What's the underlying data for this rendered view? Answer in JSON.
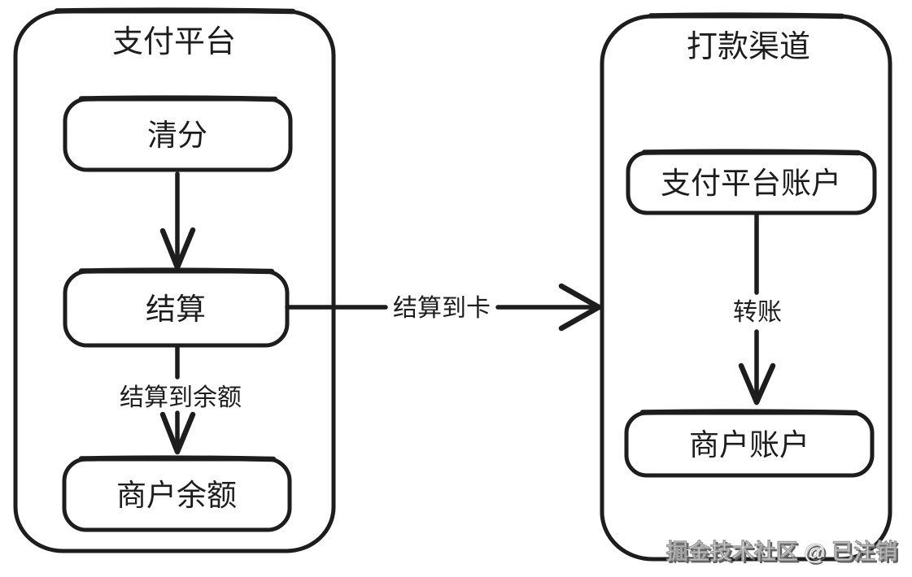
{
  "colors": {
    "ink": "#1d1d1d",
    "background": "#ffffff",
    "watermark_fill": "#ffffff",
    "watermark_shadow": "#5f5f5f"
  },
  "diagram": {
    "left_group": {
      "title": "支付平台",
      "nodes": {
        "clearing": "清分",
        "settlement": "结算",
        "merchant_balance": "商户余额"
      }
    },
    "right_group": {
      "title": "打款渠道",
      "nodes": {
        "platform_account": "支付平台账户",
        "merchant_account": "商户账户"
      }
    },
    "edge_labels": {
      "settle_to_balance": "结算到余额",
      "settle_to_card": "结算到卡",
      "transfer": "转账"
    },
    "watermark": "掘金技术社区 @ 已注销"
  }
}
